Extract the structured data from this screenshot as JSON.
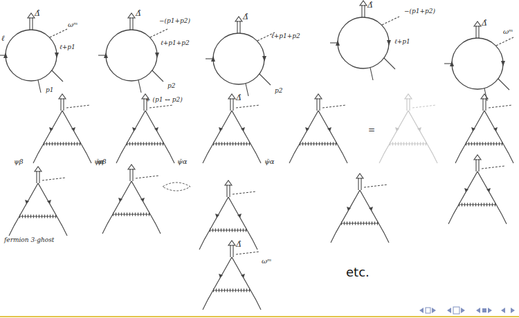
{
  "diagram": {
    "labels": [
      "etc.",
      "Δ̂",
      "ωᵐ",
      "ℓ",
      "ℓ+p1",
      "p1",
      "Δ̂",
      "−(p1+p2)",
      "ℓ+p1+p2",
      "p2",
      "+ (p1 ↔ p2)",
      "Δ̂",
      "ℓ+p1+p2",
      "p2",
      "Δ̂",
      "−(p1+p2)",
      "ℓ+p1",
      "Δ̂",
      "ωᵐ",
      "ψβ",
      "ψ̄α",
      "ψβ",
      "ψ̄α",
      "Δ̂",
      "ψ̄α",
      "=",
      "fermion 3-ghost",
      "Δ̂",
      "ωᵐ"
    ]
  }
}
